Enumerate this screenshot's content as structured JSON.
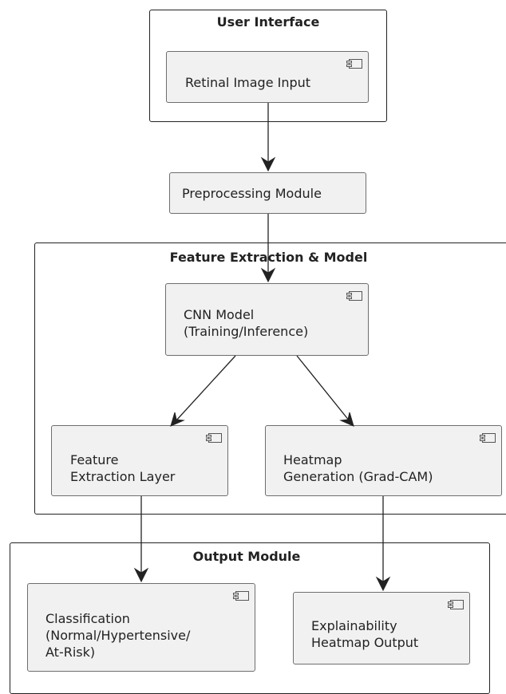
{
  "packages": {
    "user_interface": "User Interface",
    "feature_extraction": "Feature Extraction & Model",
    "output_module": "Output Module"
  },
  "components": {
    "retinal_input": "Retinal Image Input",
    "preprocessing": "Preprocessing Module",
    "cnn_model": "CNN Model\n(Training/Inference)",
    "feature_layer": "Feature\nExtraction Layer",
    "heatmap_generation": "Heatmap\nGeneration (Grad-CAM)",
    "classification": "Classification\n(Normal/Hypertensive/\nAt-Risk)",
    "heatmap_output": "Explainability\nHeatmap Output"
  },
  "icons": {
    "component": "component-icon"
  },
  "colors": {
    "component_fill": "#f1f1f1",
    "component_border": "#6e6e6e",
    "line": "#222222"
  }
}
